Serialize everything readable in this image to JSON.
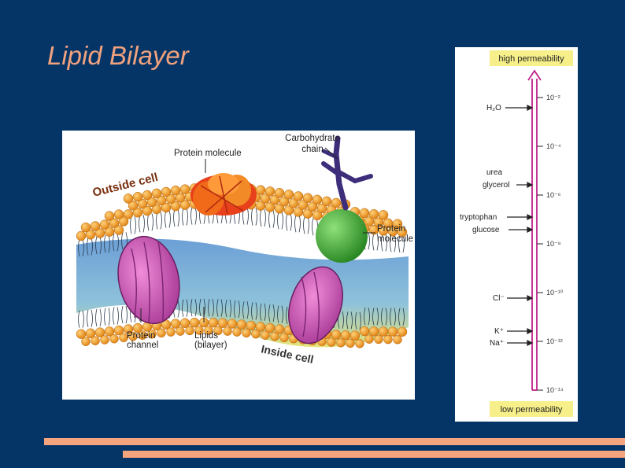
{
  "slide": {
    "title": "Lipid Bilayer",
    "colors": {
      "background": "#053567",
      "title": "#f2a27e",
      "accent_bars": "#f6a47d"
    }
  },
  "membrane_diagram": {
    "labels": {
      "carbohydrate_chain": [
        "Carbohydrate",
        "chain"
      ],
      "protein_molecule_top": "Protein molecule",
      "outside_cell": "Outside cell",
      "protein_molecule_right": [
        "Protein",
        "molecule"
      ],
      "protein_channel": [
        "Protein",
        "channel"
      ],
      "lipids": [
        "Lipids",
        "(bilayer)"
      ],
      "inside_cell": "Inside cell"
    },
    "colors": {
      "lipid_head": "#f39a1e",
      "tail_region": "#7fb0d8",
      "channel": "#c94fb0",
      "red_protein": "#e8401a",
      "green_protein": "#3fae2a",
      "carbohydrate": "#3d2d7a"
    }
  },
  "permeability_scale": {
    "top_label": "high permeability",
    "bottom_label": "low permeability",
    "ticks": [
      "10⁻²",
      "10⁻⁴",
      "10⁻⁶",
      "10⁻⁸",
      "10⁻¹⁰",
      "10⁻¹²",
      "10⁻¹⁴"
    ],
    "molecules": [
      "H₂O",
      "urea",
      "glycerol",
      "tryptophan",
      "glucose",
      "Cl⁻",
      "K⁺",
      "Na⁺"
    ],
    "colors": {
      "label_box": "#f7f08a",
      "scale_arrow": "#c0208a"
    }
  }
}
